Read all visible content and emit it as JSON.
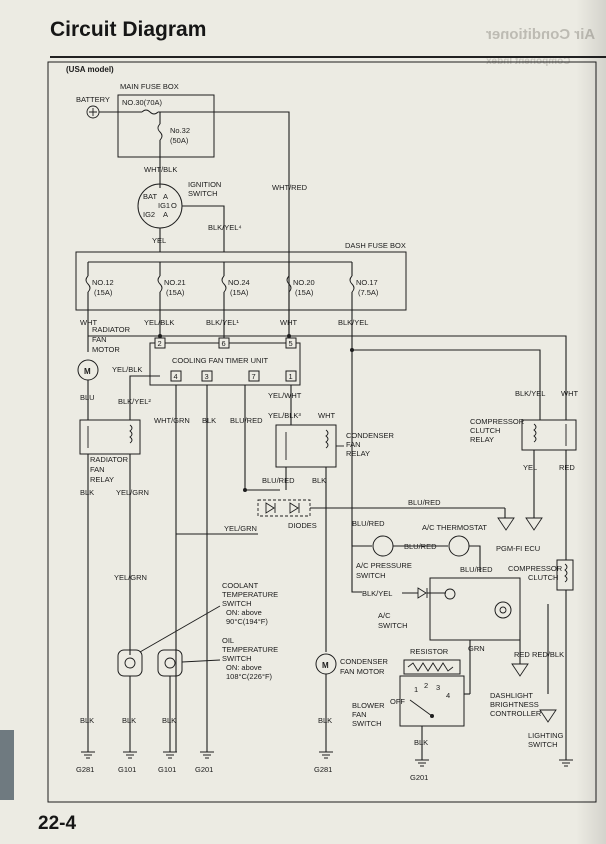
{
  "header": {
    "title": "Circuit Diagram",
    "ghost_title": "Air Conditioner",
    "ghost_sub": "Component Index"
  },
  "page": {
    "number": "22-4"
  },
  "diagram": {
    "model_note": "(USA model)",
    "main_fuse_box": "MAIN FUSE BOX",
    "battery": "BATTERY",
    "fuse_no30": "NO.30(70A)",
    "fuse_no32": [
      "No.32",
      "(50A)"
    ],
    "ignition_switch": [
      "IGNITION",
      "SWITCH"
    ],
    "ign_bat": "BAT",
    "ign_ig1": "IG1",
    "ign_ig2": "IG2",
    "ign_a1": "A",
    "ign_a2": "A",
    "ign_contact": "O",
    "dash_fuse_box": "DASH FUSE BOX",
    "dash_fuses": [
      {
        "name": "NO.12",
        "rating": "(15A)"
      },
      {
        "name": "NO.21",
        "rating": "(15A)"
      },
      {
        "name": "NO.24",
        "rating": "(15A)"
      },
      {
        "name": "NO.20",
        "rating": "(15A)"
      },
      {
        "name": "NO.17",
        "rating": "(7.5A)"
      }
    ],
    "radiator_fan_motor": [
      "RADIATOR",
      "FAN",
      "MOTOR"
    ],
    "cooling_fan_timer_unit": "COOLING FAN TIMER UNIT",
    "timer_pins": [
      "2",
      "6",
      "5",
      "4",
      "3",
      "7",
      "1"
    ],
    "radiator_fan_relay": [
      "RADIATOR",
      "FAN",
      "RELAY"
    ],
    "condenser_fan_relay": [
      "CONDENSER",
      "FAN",
      "RELAY"
    ],
    "diodes": "DIODES",
    "ac_pressure_switch": [
      "A/C PRESSURE",
      "SWITCH"
    ],
    "ac_thermostat": "A/C THERMOSTAT",
    "pgm_fi_ecu": "PGM-FI ECU",
    "compressor_clutch_relay": [
      "COMPRESSOR",
      "CLUTCH",
      "RELAY"
    ],
    "compressor_clutch": [
      "COMPRESSOR",
      "CLUTCH"
    ],
    "coolant_temp_switch": [
      "COOLANT",
      "TEMPERATURE",
      "SWITCH",
      "ON: above",
      "90°C(194°F)"
    ],
    "oil_temp_switch": [
      "OIL",
      "TEMPERATURE",
      "SWITCH",
      "ON: above",
      "108°C(226°F)"
    ],
    "ac_switch": [
      "A/C",
      "SWITCH"
    ],
    "resistor": "RESISTOR",
    "condenser_fan_motor": [
      "CONDENSER",
      "FAN MOTOR"
    ],
    "blower_fan_switch": [
      "BLOWER",
      "FAN",
      "SWITCH"
    ],
    "blower_positions": [
      "OFF",
      "1",
      "2",
      "3",
      "4"
    ],
    "dashlight_controller": [
      "DASHLIGHT",
      "BRIGHTNESS",
      "CONTROLLER"
    ],
    "lighting_switch": [
      "LIGHTING",
      "SWITCH"
    ],
    "motor_symbol": "M",
    "grounds": [
      "G281",
      "G101",
      "G101",
      "G201",
      "G281",
      "G201"
    ],
    "wires": {
      "wht_blk": "WHT/BLK",
      "wht_red": "WHT/RED",
      "yel": "YEL",
      "blk_yel4": "BLK/YEL⁴",
      "wht1": "WHT",
      "yel_blk1": "YEL/BLK",
      "blk_yel1": "BLK/YEL¹",
      "wht2": "WHT",
      "blk_yel_top": "BLK/YEL",
      "yel_blk2": "YEL/BLK",
      "blk_yel2": "BLK/YEL²",
      "blu": "BLU",
      "wht_grn": "WHT/GRN",
      "blk_col": "BLK",
      "blu_red1": "BLU/RED",
      "yel_wht": "YEL/WHT",
      "yel_blk3": "YEL/BLK³",
      "wht3": "WHT",
      "blk_yel_cc": "BLK/YEL",
      "wht_cc": "WHT",
      "blk1": "BLK",
      "yel_grn1": "YEL/GRN",
      "blu_red2": "BLU/RED",
      "blk2": "BLK",
      "blu_red3": "BLU/RED",
      "yel_cc": "YEL",
      "red_cc": "RED",
      "yel_grn2": "YEL/GRN",
      "blu_red4": "BLU/RED",
      "blu_red5": "BLU/RED",
      "yel_grn3": "YEL/GRN",
      "blu_red6": "BLU/RED",
      "blk_yel_ac": "BLK/YEL",
      "grn": "GRN",
      "red_a": "RED",
      "red_blk": "RED/BLK",
      "blk_g1": "BLK",
      "blk_g2": "BLK",
      "blk_g3": "BLK",
      "blk_g4": "BLK",
      "blk_g5": "BLK"
    }
  },
  "colors": {
    "page": "#ecebe3",
    "ink": "#1e1e1e",
    "ghost_text": "#bdbbb3",
    "tab": "#6f7a80"
  }
}
